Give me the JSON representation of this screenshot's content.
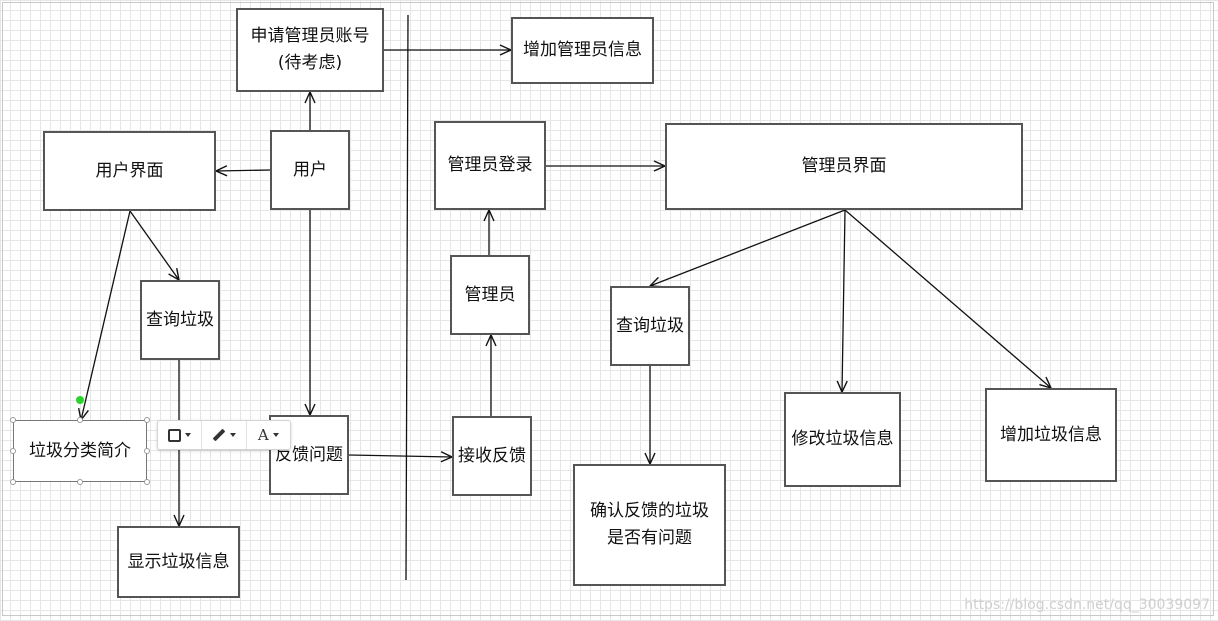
{
  "nodes": {
    "apply_admin": "申请管理员账号\n(待考虑)",
    "add_admin_info": "增加管理员信息",
    "user_ui": "用户界面",
    "user": "用户",
    "admin_login": "管理员登录",
    "admin_ui": "管理员界面",
    "query_garbage_user": "查询垃圾",
    "admin": "管理员",
    "query_garbage_admin": "查询垃圾",
    "garbage_intro": "垃圾分类简介",
    "feedback": "反馈问题",
    "receive_feedback": "接收反馈",
    "modify_garbage": "修改垃圾信息",
    "add_garbage": "增加垃圾信息",
    "confirm_feedback": "确认反馈的垃圾\n是否有问题",
    "show_garbage": "显示垃圾信息"
  },
  "toolbar": {
    "shape_icon": "square-icon",
    "pen_icon": "pencil-icon",
    "font_label": "A"
  },
  "colors": {
    "border": "#555555",
    "grid": "#e6e6e6",
    "anchor": "#2ad52a"
  },
  "watermark": "https://blog.csdn.net/qq_30039097"
}
